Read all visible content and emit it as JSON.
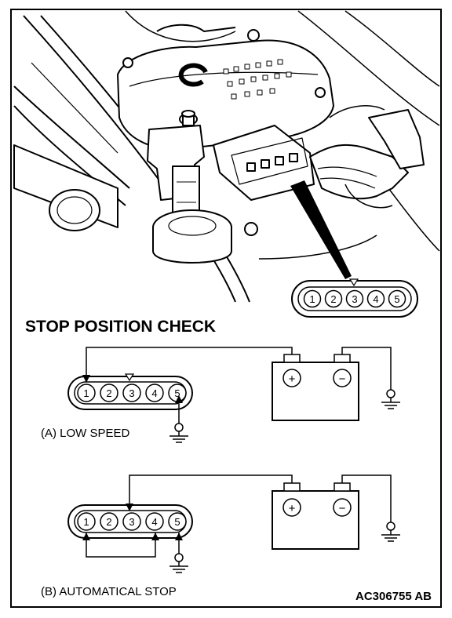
{
  "heading": "STOP POSITION CHECK",
  "pins": [
    "1",
    "2",
    "3",
    "4",
    "5"
  ],
  "battery_positive": "+",
  "battery_negative": "−",
  "case_a": {
    "caption": "(A) LOW SPEED"
  },
  "case_b": {
    "caption": "(B) AUTOMATICAL STOP"
  },
  "reference_code": "AC306755 AB"
}
